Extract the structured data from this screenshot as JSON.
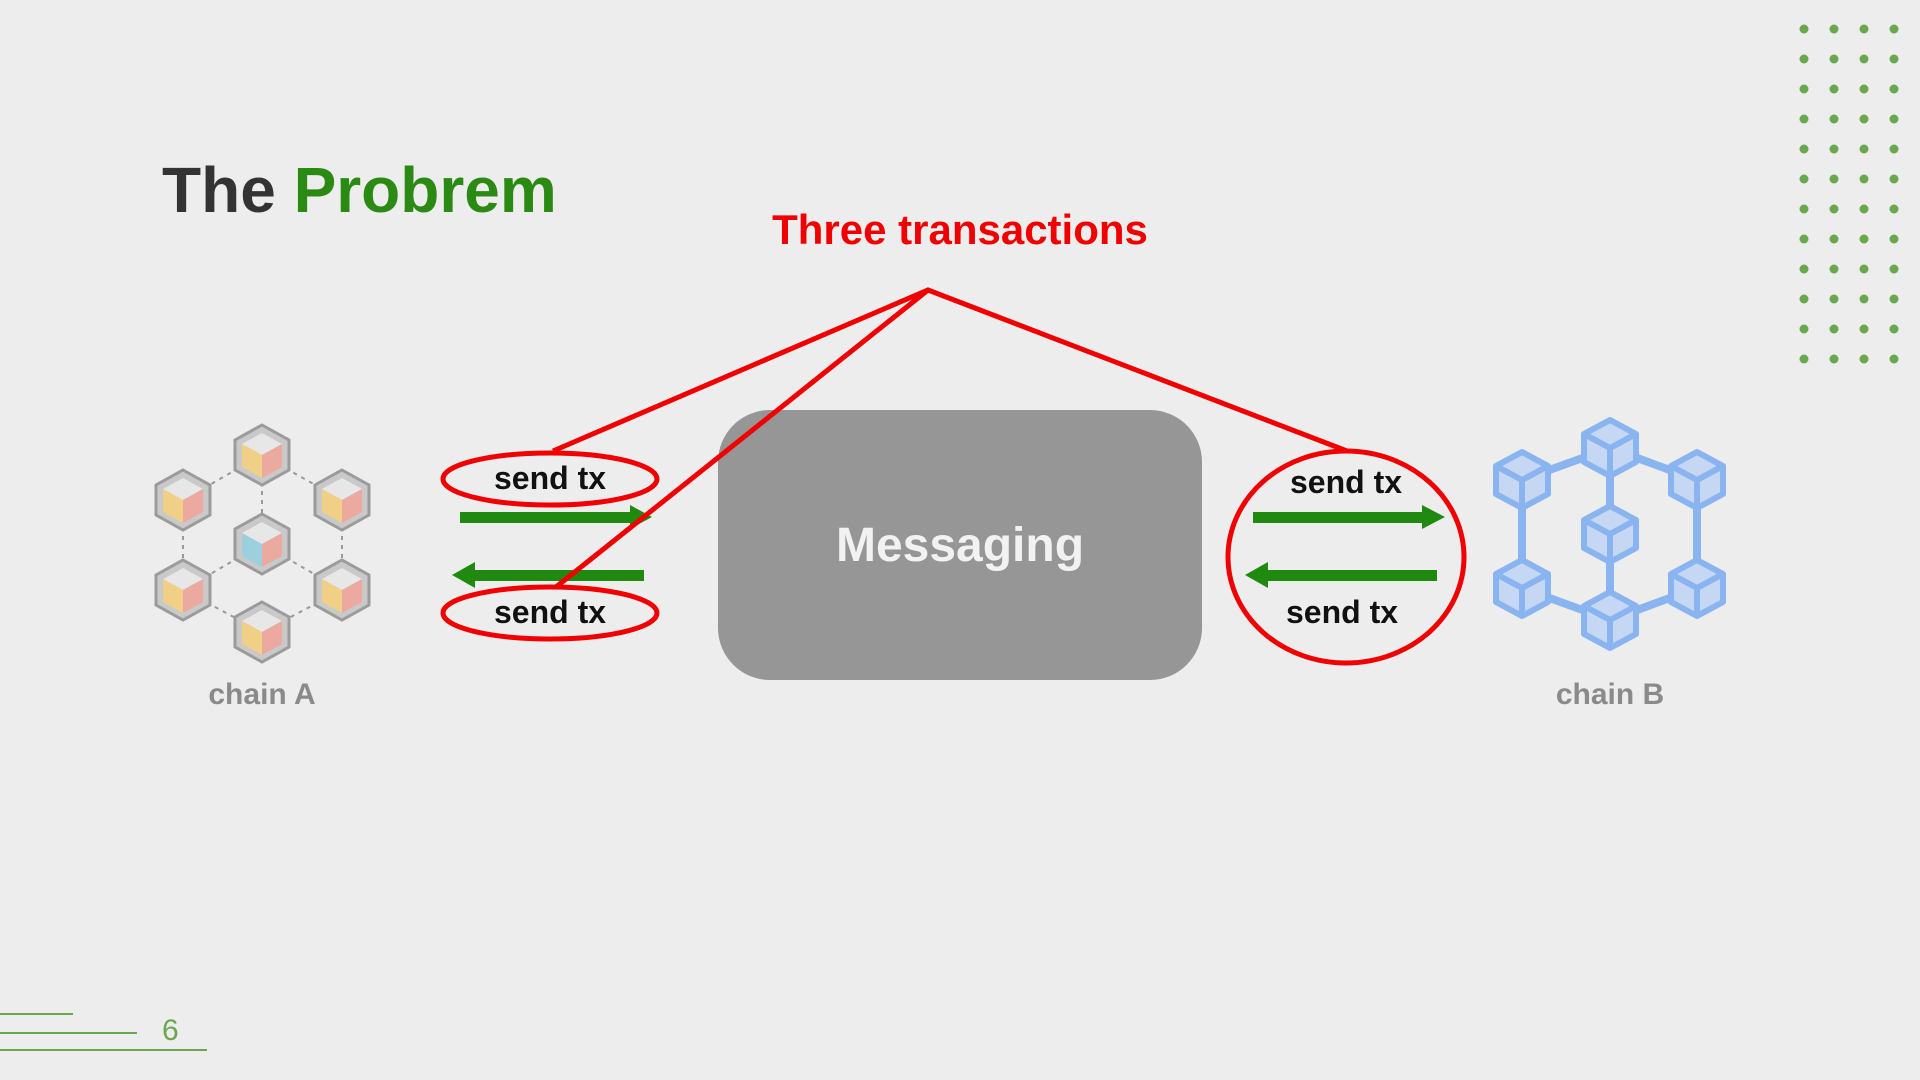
{
  "slide": {
    "title_prefix": "The ",
    "title_accent": "Probrem",
    "callout": "Three transactions",
    "messaging_label": "Messaging",
    "tx_labels": {
      "left_top": "send tx",
      "left_bottom": "send tx",
      "right_top": "send tx",
      "right_bottom": "send tx"
    },
    "chain_a_label": "chain A",
    "chain_b_label": "chain B",
    "page_number": "6"
  },
  "colors": {
    "background": "#ededed",
    "title_text": "#333333",
    "title_accent": "#2a8a14",
    "callout_red": "#f00000",
    "arrow_green": "#1f8a0f",
    "messaging_box": "#969696",
    "chain_b_blue": "#8ab4f0",
    "decor_dots": "#6aa84f"
  },
  "icons": {
    "chain_a": "hexagonal-cube-network-icon",
    "chain_b": "blue-cube-network-icon"
  }
}
